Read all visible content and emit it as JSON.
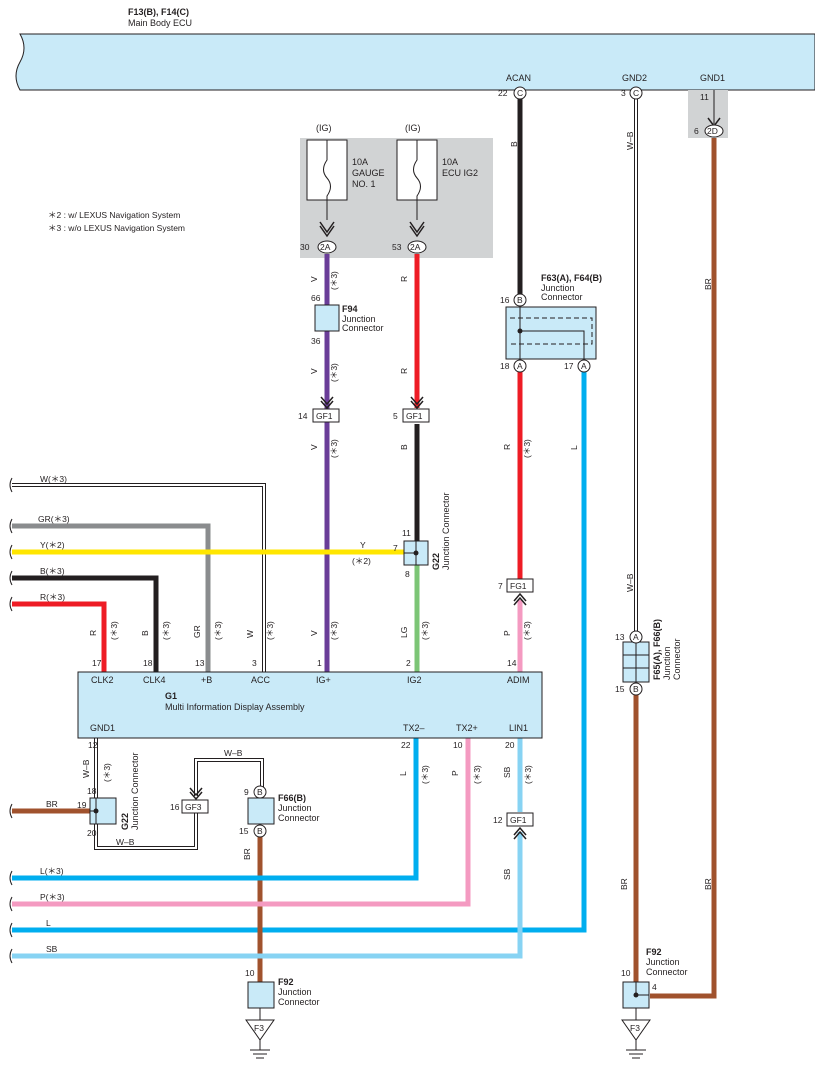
{
  "main_ecu": {
    "id": "F13(B), F14(C)",
    "name": "Main Body ECU",
    "pins": {
      "acan": "ACAN",
      "gnd2": "GND2",
      "gnd1": "GND1"
    },
    "pin_nums": {
      "acan": "22",
      "gnd2": "3",
      "gnd1_top": "11",
      "gnd1": "6"
    },
    "conn": {
      "acan": "C",
      "gnd2": "C",
      "gnd1": "2D"
    }
  },
  "notes": {
    "n2": "＊2 : w/ LEXUS Navigation System",
    "n3": "＊3 : w/o LEXUS Navigation System"
  },
  "fuses": {
    "gauge": {
      "source": "(IG)",
      "rating": "10A",
      "name1": "GAUGE",
      "name2": "NO. 1",
      "pin": "30",
      "conn": "2A"
    },
    "ecu_ig2": {
      "source": "(IG)",
      "rating": "10A",
      "name1": "ECU IG2",
      "pin": "53",
      "conn": "2A"
    }
  },
  "f94": {
    "id": "F94",
    "name1": "Junction",
    "name2": "Connector",
    "pin_top": "66",
    "pin_bot": "36"
  },
  "gf1": {
    "label": "GF1",
    "pin_v": "14",
    "pin_r": "5",
    "pin_sb": "12"
  },
  "f63": {
    "id": "F63(A), F64(B)",
    "name1": "Junction",
    "name2": "Connector",
    "pin_in": "16",
    "conn_in": "B",
    "pin_r": "18",
    "conn_r": "A",
    "pin_l": "17",
    "conn_l": "A"
  },
  "g22": {
    "id": "G22",
    "name": "Junction Connector",
    "pin11": "11",
    "pin7": "7",
    "pin8": "8",
    "pin18": "18",
    "pin19": "19",
    "pin20": "20"
  },
  "fg1": {
    "label": "FG1",
    "pin": "7"
  },
  "f65": {
    "id": "F65(A), F66(B)",
    "name1": "Junction",
    "name2": "Connector",
    "pin_top": "13",
    "conn_top": "A",
    "pin_bot": "15",
    "conn_bot": "B"
  },
  "g1": {
    "id": "G1",
    "name": "Multi Information Display Assembly",
    "top_pins": [
      {
        "num": "17",
        "label": "CLK2"
      },
      {
        "num": "18",
        "label": "CLK4"
      },
      {
        "num": "13",
        "label": "+B"
      },
      {
        "num": "3",
        "label": "ACC"
      },
      {
        "num": "1",
        "label": "IG+"
      },
      {
        "num": "2",
        "label": "IG2"
      },
      {
        "num": "14",
        "label": "ADIM"
      }
    ],
    "bot_pins": [
      {
        "num": "12",
        "label": "GND1"
      },
      {
        "num": "22",
        "label": "TX2–"
      },
      {
        "num": "10",
        "label": "TX2+"
      },
      {
        "num": "20",
        "label": "LIN1"
      }
    ]
  },
  "gf3": {
    "label": "GF3",
    "pin": "16"
  },
  "f66": {
    "id": "F66(B)",
    "name1": "Junction",
    "name2": "Connector",
    "pin_top": "9",
    "pin_bot": "15",
    "conn": "B"
  },
  "f92": {
    "id": "F92",
    "name1": "Junction",
    "name2": "Connector",
    "pin_left": "10",
    "pin_right_top": "10",
    "pin_right_side": "4"
  },
  "ground": {
    "label": "F3"
  },
  "wire_codes": {
    "b": "B",
    "wb": "W–B",
    "br": "BR",
    "v": "V",
    "r": "R",
    "lg": "LG",
    "p": "P",
    "l": "L",
    "sb": "SB",
    "gr": "GR",
    "w": "W",
    "y": "Y",
    "star3": "(＊3)",
    "star2": "(＊2)"
  },
  "left_wires": {
    "w": "W(＊3)",
    "gr": "GR(＊3)",
    "y": "Y(＊2)",
    "b": "B(＊3)",
    "r": "R(＊3)",
    "br": "BR",
    "l3": "L(＊3)",
    "p3": "P(＊3)",
    "l": "L",
    "sb": "SB"
  },
  "colors": {
    "violet": "#6a3d98",
    "red": "#ee1c25",
    "black": "#231f20",
    "brown": "#a0522d",
    "blue": "#00aeef",
    "lightblue": "#87d3f3",
    "pink": "#f49ac1",
    "green": "#7cc576",
    "yellow": "#ffe600",
    "gray": "#8a8c8e",
    "boxfill": "#c9eaf8",
    "shade": "#d1d3d4"
  }
}
